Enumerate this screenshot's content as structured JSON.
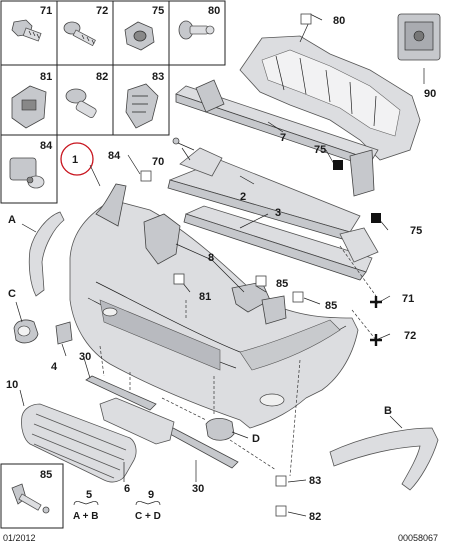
{
  "parts_grid": [
    {
      "number": "71"
    },
    {
      "number": "72"
    },
    {
      "number": "75"
    },
    {
      "number": "80"
    },
    {
      "number": "81"
    },
    {
      "number": "82"
    },
    {
      "number": "83"
    },
    {
      "number": "84"
    }
  ],
  "inset": {
    "number": "85"
  },
  "callouts": {
    "n80": "80",
    "n90": "90",
    "n7": "7",
    "n75a": "75",
    "n2": "2",
    "n70": "70",
    "n84": "84",
    "n1": "1",
    "n3": "3",
    "n75b": "75",
    "nA": "A",
    "n8": "8",
    "n85a": "85",
    "n81": "81",
    "n85b": "85",
    "n71": "71",
    "nC": "C",
    "n72": "72",
    "n30a": "30",
    "n4": "4",
    "n10": "10",
    "nB": "B",
    "nD": "D",
    "n6": "6",
    "n30b": "30",
    "n83": "83",
    "n82": "82"
  },
  "legend": {
    "g1_num": "5",
    "g1_text": "A + B",
    "g2_num": "9",
    "g2_text": "C + D"
  },
  "footer": {
    "date": "01/2012",
    "ref": "00058067"
  },
  "colors": {
    "highlight_circle": "#c8141e",
    "ink": "#1a1a1a",
    "part_fill": "#dcdde0"
  }
}
